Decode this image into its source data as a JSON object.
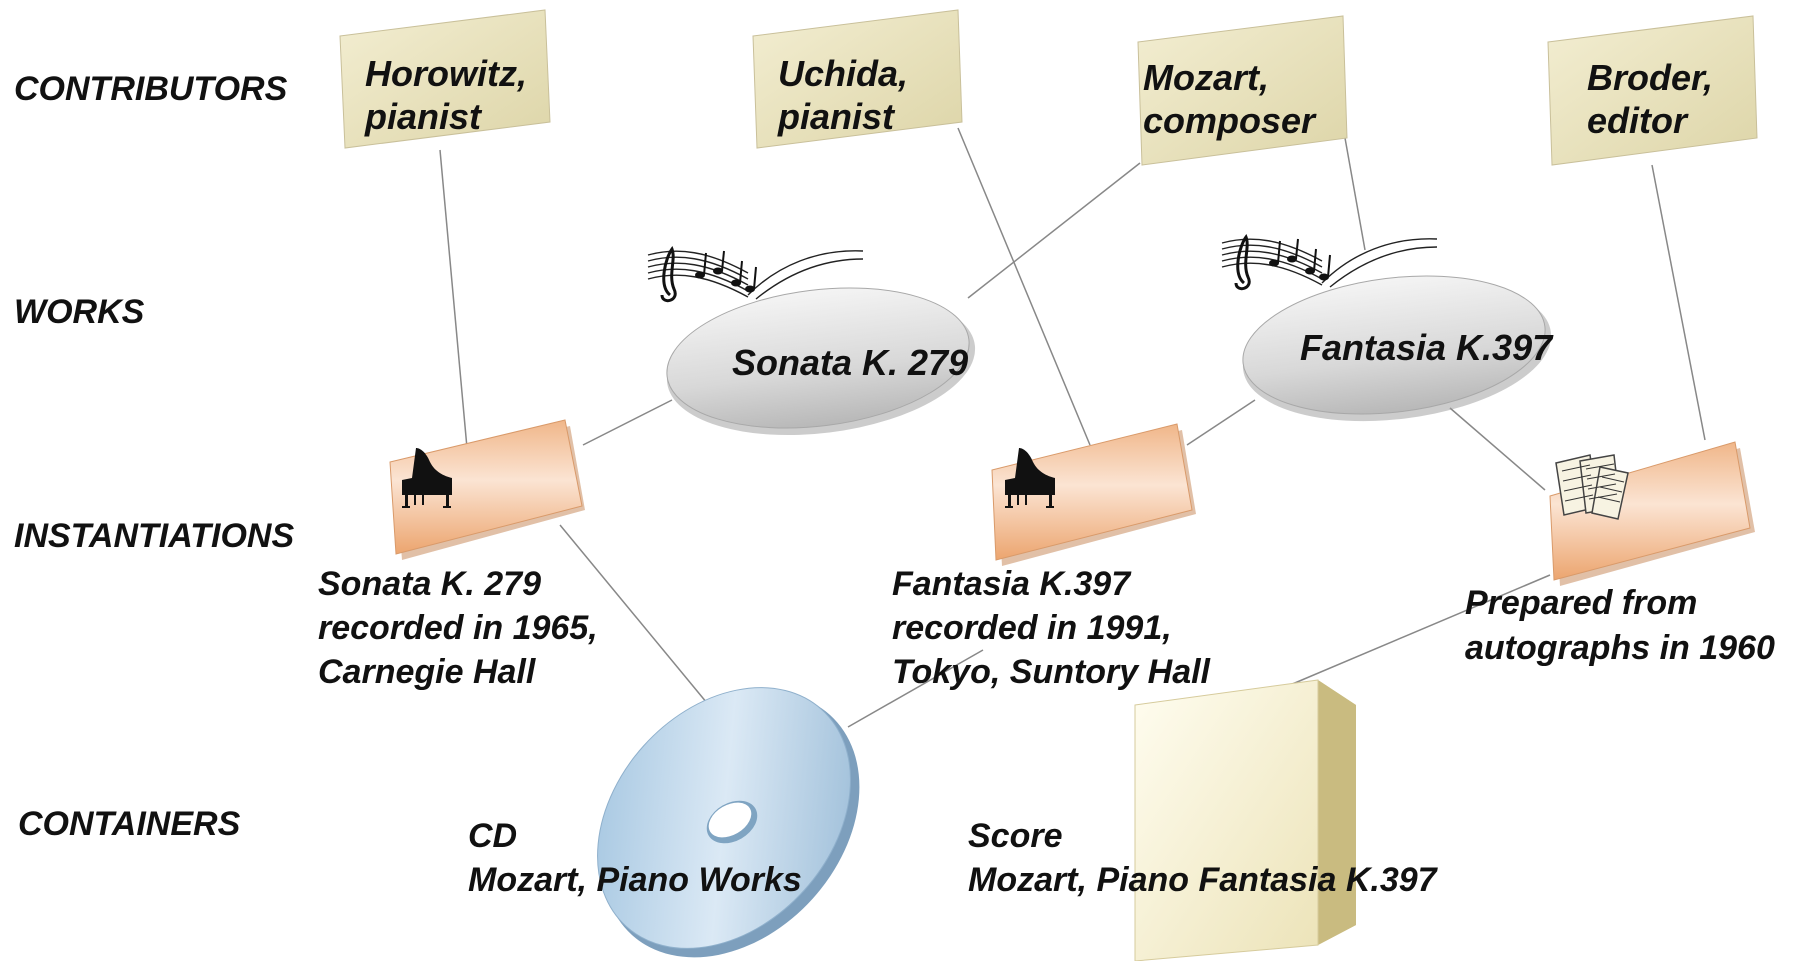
{
  "rows": {
    "contributors": "CONTRIBUTORS",
    "works": "WORKS",
    "instantiations": "INSTANTIATIONS",
    "containers": "CONTAINERS"
  },
  "contributors": [
    {
      "line1": "Horowitz,",
      "line2": "pianist"
    },
    {
      "line1": "Uchida,",
      "line2": "pianist"
    },
    {
      "line1": "Mozart,",
      "line2": "composer"
    },
    {
      "line1": "Broder,",
      "line2": "editor"
    }
  ],
  "works": [
    {
      "label": "Sonata K. 279"
    },
    {
      "label": "Fantasia K.397"
    }
  ],
  "instantiations": [
    {
      "lines": [
        "Sonata K. 279",
        "recorded in 1965,",
        "Carnegie Hall"
      ],
      "icon": "grand-piano-icon"
    },
    {
      "lines": [
        "Fantasia K.397",
        "recorded in 1991,",
        "Tokyo, Suntory Hall"
      ],
      "icon": "grand-piano-icon"
    },
    {
      "lines": [
        "Prepared from",
        "autographs in 1960"
      ],
      "icon": "sheet-music-icon"
    }
  ],
  "containers": [
    {
      "line1": "CD",
      "line2": "Mozart, Piano Works",
      "icon": "cd-disc-icon"
    },
    {
      "line1": "Score",
      "line2": "Mozart, Piano Fantasia K.397",
      "icon": "score-box-icon"
    }
  ],
  "icons": [
    "music-notes-icon",
    "grand-piano-icon",
    "sheet-music-icon",
    "cd-disc-icon",
    "score-box-icon"
  ],
  "colors": {
    "contributor_fill": "#ede6c2",
    "work_fill": "#dcdcdc",
    "instantiation_fill": "#f2bf94",
    "cd_fill": "#a9c9e2",
    "score_fill": "#f4efd0",
    "connector": "#888888"
  }
}
